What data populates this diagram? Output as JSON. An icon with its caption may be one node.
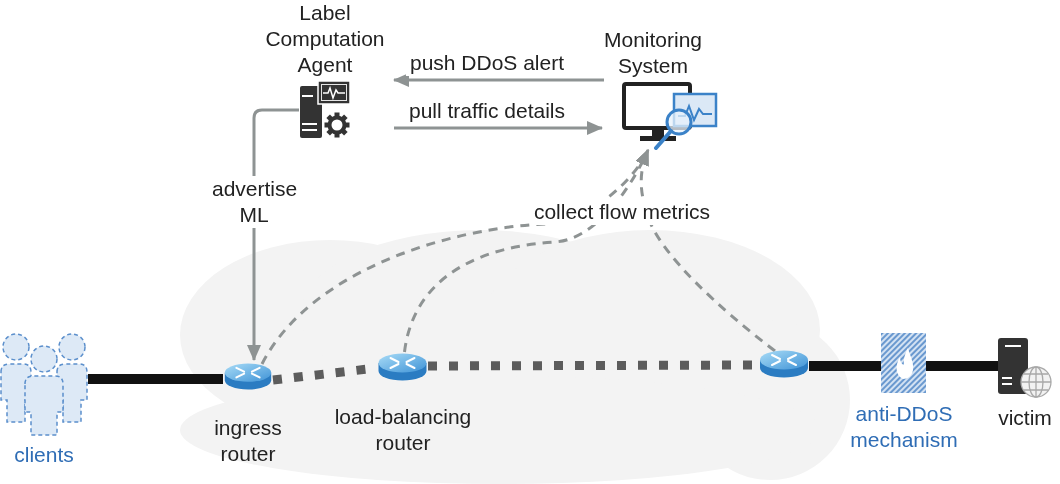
{
  "diagram": {
    "nodes": [
      {
        "text": [
          "Label Computation Agent"
        ]
      },
      {
        "text": [
          "Monitoring System"
        ]
      },
      {
        "text": [
          "clients"
        ]
      },
      {
        "text": [
          "ingress router"
        ]
      },
      {
        "text": [
          "load-balancing router"
        ]
      },
      {
        "text": [],
        "shape": "picture"
      },
      {
        "text": [
          "anti-DDoS mechanism"
        ]
      },
      {
        "text": [
          "victim"
        ]
      }
    ],
    "edges": [
      {
        "from": 1,
        "to": 0,
        "arrow": "to",
        "label": "push DDoS alert"
      },
      {
        "from": 0,
        "to": 1,
        "arrow": "to",
        "label": "pull traffic details"
      },
      {
        "from": 0,
        "to": 3,
        "arrow": "to",
        "label": "advertise ML"
      },
      {
        "from": 3,
        "to": 1,
        "arrow": "to",
        "style": "dashed"
      },
      {
        "from": 4,
        "to": 1,
        "arrow": "to",
        "style": "dashed"
      },
      {
        "from": 5,
        "to": 1,
        "arrow": "to",
        "style": "dashed",
        "label": "collect flow metrics"
      },
      {
        "from": 2,
        "to": 3,
        "arrow": "none",
        "style": "thick",
        "color": "#111111"
      },
      {
        "from": 3,
        "to": 4,
        "arrow": "none",
        "style": "dashed",
        "color": "#5c5c5c"
      },
      {
        "from": 4,
        "to": 5,
        "arrow": "none",
        "style": "dashed",
        "color": "#5c5c5c"
      },
      {
        "from": 5,
        "to": 6,
        "arrow": "none",
        "style": "thick",
        "color": "#111111"
      },
      {
        "from": 6,
        "to": 7,
        "arrow": "none",
        "style": "thick",
        "color": "#111111"
      }
    ]
  }
}
